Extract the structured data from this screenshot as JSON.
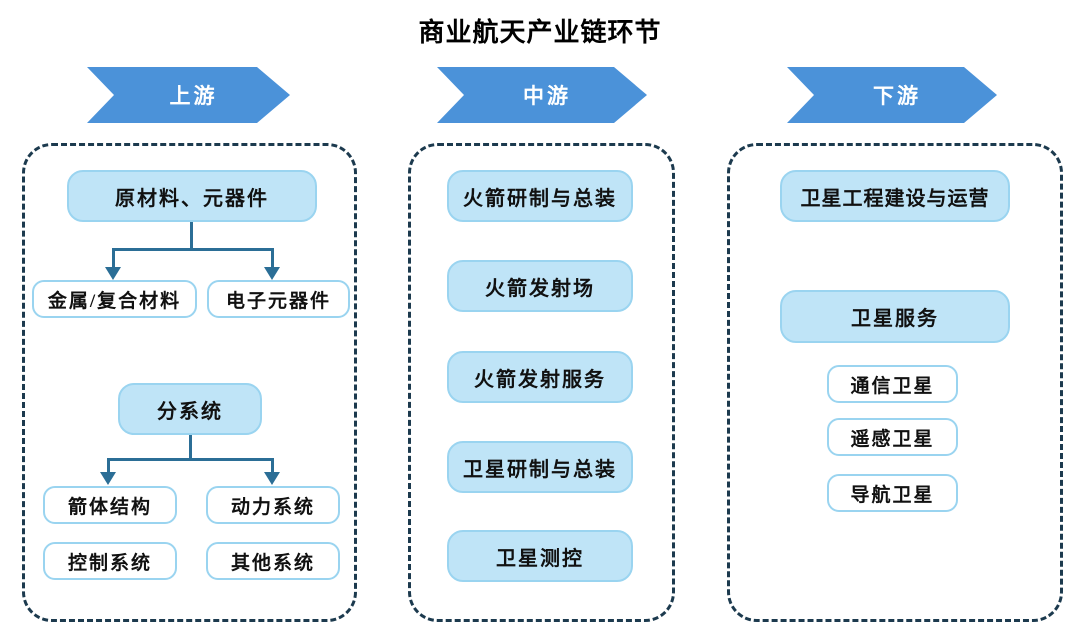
{
  "title": "商业航天产业链环节",
  "banners": {
    "upstream": "上游",
    "midstream": "中游",
    "downstream": "下游"
  },
  "upstream": {
    "raw_materials": "原材料、元器件",
    "metal_composite": "金属/复合材料",
    "electronics": "电子元器件",
    "subsystem": "分系统",
    "rocket_structure": "箭体结构",
    "power_system": "动力系统",
    "control_system": "控制系统",
    "other_systems": "其他系统"
  },
  "midstream": {
    "items": [
      "火箭研制与总装",
      "火箭发射场",
      "火箭发射服务",
      "卫星研制与总装",
      "卫星测控"
    ]
  },
  "downstream": {
    "satellite_engineering": "卫星工程建设与运营",
    "satellite_service": "卫星服务",
    "communication_satellite": "通信卫星",
    "remote_sensing_satellite": "遥感卫星",
    "navigation_satellite": "导航卫星"
  },
  "colors": {
    "banner_blue": "#4b92d9",
    "node_fill": "#bfe4f7",
    "node_border": "#9ad4f0",
    "connector": "#2b6e96",
    "frame_dash": "#1c3a4e",
    "text": "#111111"
  }
}
